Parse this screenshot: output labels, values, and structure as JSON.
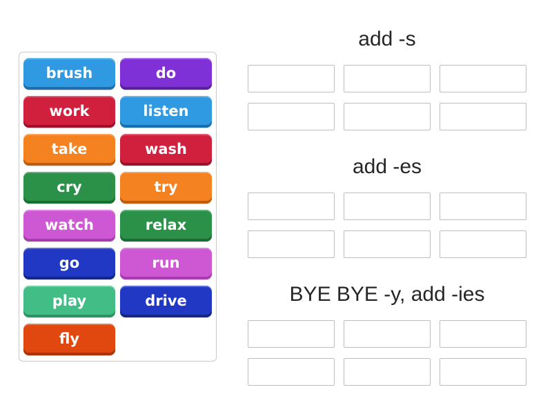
{
  "ui_colors": {
    "page_bg": "#ffffff",
    "panel_border": "#c9c9c9",
    "slot_border": "#bdbdbd",
    "group_title_text": "#262626",
    "tile_text": "#ffffff"
  },
  "word_bank": {
    "tiles": [
      {
        "label": "brush",
        "bg": "#2f9ae2",
        "edge": "#1c6fae"
      },
      {
        "label": "do",
        "bg": "#7f30d6",
        "edge": "#5d1fa2"
      },
      {
        "label": "work",
        "bg": "#d11f3e",
        "edge": "#9e1129"
      },
      {
        "label": "listen",
        "bg": "#2f9ae2",
        "edge": "#1c6fae"
      },
      {
        "label": "take",
        "bg": "#f58220",
        "edge": "#c05c0c"
      },
      {
        "label": "wash",
        "bg": "#d11f3e",
        "edge": "#9e1129"
      },
      {
        "label": "cry",
        "bg": "#2b9149",
        "edge": "#1b6e33"
      },
      {
        "label": "try",
        "bg": "#f58220",
        "edge": "#c05c0c"
      },
      {
        "label": "watch",
        "bg": "#ce58d4",
        "edge": "#a83bae"
      },
      {
        "label": "relax",
        "bg": "#2b9149",
        "edge": "#1b6e33"
      },
      {
        "label": "go",
        "bg": "#2038c4",
        "edge": "#142786"
      },
      {
        "label": "run",
        "bg": "#ce58d4",
        "edge": "#a83bae"
      },
      {
        "label": "play",
        "bg": "#43bd86",
        "edge": "#2b9465"
      },
      {
        "label": "drive",
        "bg": "#2038c4",
        "edge": "#142786"
      },
      {
        "label": "fly",
        "bg": "#e0480f",
        "edge": "#a83408"
      }
    ]
  },
  "groups": [
    {
      "title": "add -s",
      "slot_count": 6
    },
    {
      "title": "add -es",
      "slot_count": 6
    },
    {
      "title": "BYE BYE -y, add -ies",
      "slot_count": 6
    }
  ]
}
